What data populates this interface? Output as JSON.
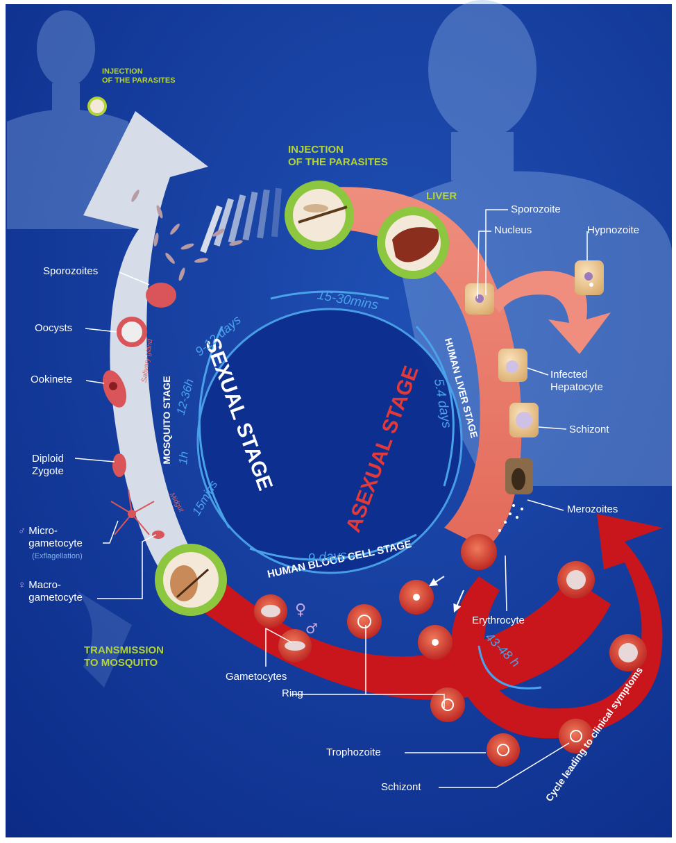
{
  "injection_top": "INJECTION\nOF THE PARASITES",
  "injection_main": "INJECTION\nOF THE PARASITES",
  "liver": "LIVER",
  "transmission": "TRANSMISSION\nTO MOSQUITO",
  "stages": {
    "sexual": "SEXUAL STAGE",
    "asexual": "ASEXUAL STAGE",
    "mosquito": "MOSQUITO STAGE",
    "human_liver": "HUMAN LIVER STAGE",
    "human_blood": "HUMAN BLOOD CELL STAGE"
  },
  "durations": {
    "d15_30": "15-30mins",
    "d5_4": "5.4 days",
    "d9": "9 days",
    "d43_48": "43-48 h",
    "d9_12": "9-12 days",
    "d12_36": "12-36h",
    "d1h": "1h",
    "d15m": "15mins"
  },
  "gut_labels": {
    "salivary": "Salivary gland",
    "midgut": "Midgut"
  },
  "left_labels": {
    "sporozoites": "Sporozoites",
    "oocysts": "Oocysts",
    "ookinete": "Ookinete",
    "diploid_zygote": "Diploid\nZygote",
    "microgametocyte": "Micro-\ngametocyte",
    "exflagellation": "(Exflagellation)",
    "macrogametocyte": "Macro-\ngametocyte",
    "male_symbol": "♂",
    "female_symbol": "♀"
  },
  "right_labels": {
    "sporozoite": "Sporozoite",
    "nucleus": "Nucleus",
    "hypnozoite": "Hypnozoite",
    "infected_hepatocyte": "Infected\nHepatocyte",
    "schizont_liver": "Schizont",
    "merozoites": "Merozoites",
    "erythrocyte": "Erythrocyte"
  },
  "bottom_labels": {
    "gametocytes": "Gametocytes",
    "ring": "Ring",
    "trophozoite": "Trophozoite",
    "schizont_blood": "Schizont",
    "cycle": "Cycle leading to clinical symptoms",
    "gam_female": "♀",
    "gam_male": "♂"
  }
}
